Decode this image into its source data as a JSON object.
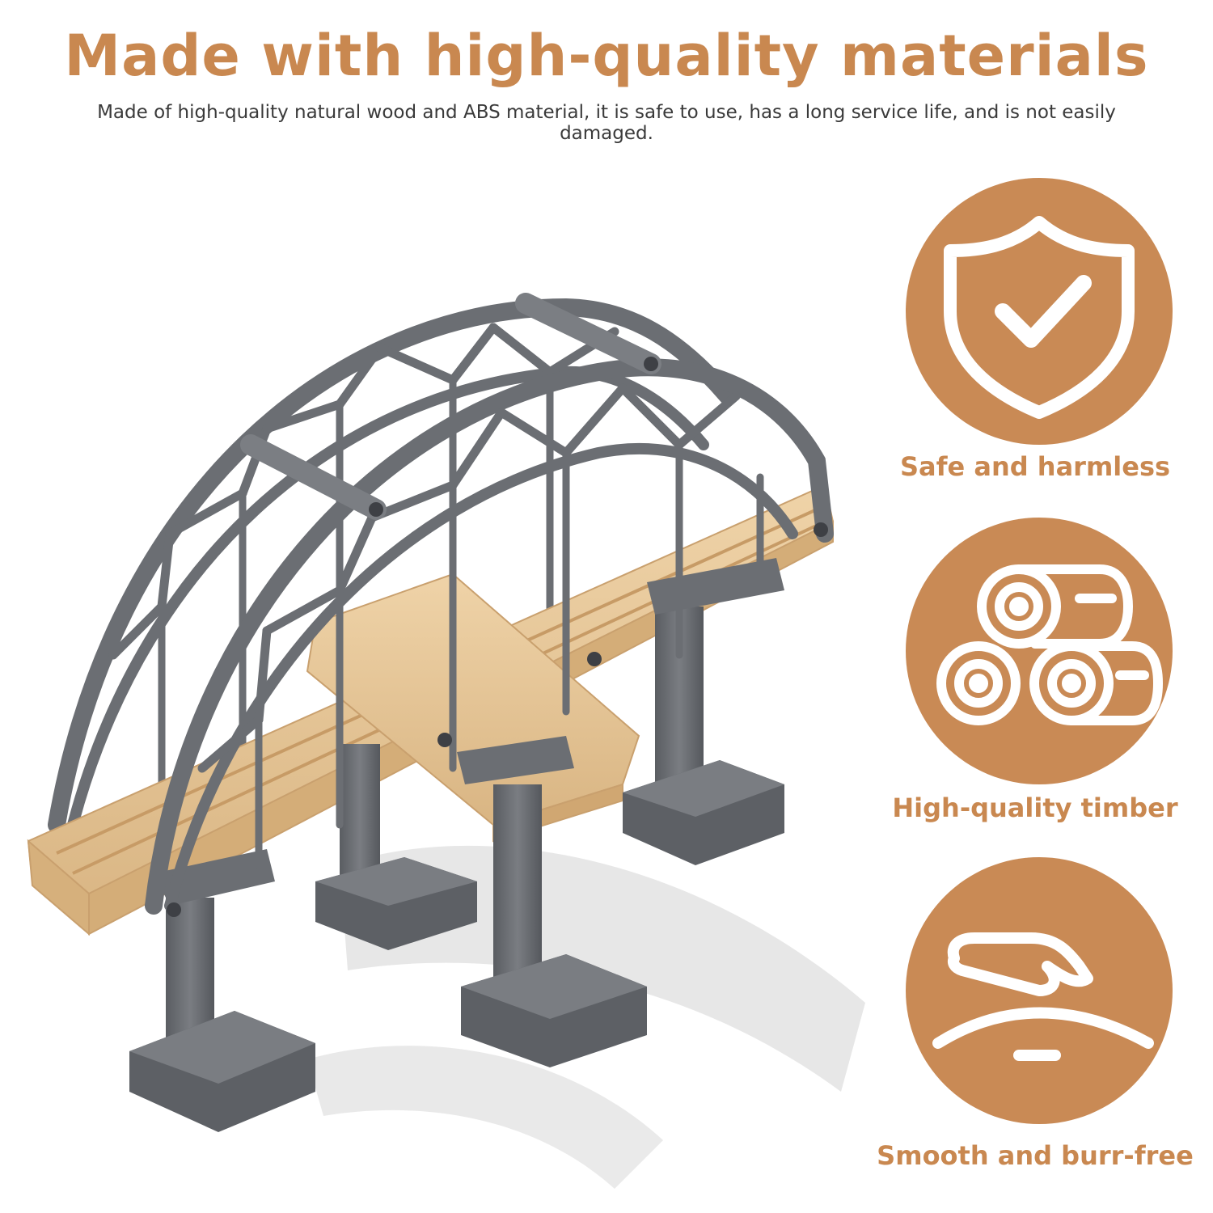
{
  "header": {
    "title": "Made with high-quality materials",
    "subtitle": "Made of high-quality natural wood and ABS material, it is safe to use, has a long service life, and is not easily damaged."
  },
  "features": [
    {
      "label": "Safe and harmless",
      "icon": "shield-check-icon"
    },
    {
      "label": "High-quality timber",
      "icon": "log-stack-icon"
    },
    {
      "label": "Smooth and burr-free",
      "icon": "hand-smooth-surface-icon"
    }
  ],
  "colors": {
    "accent": "#c98850",
    "circle": "#c98a55",
    "bridge_gray": "#6b6e73",
    "wood": "#e7c79b",
    "text": "#3a3a3a"
  }
}
